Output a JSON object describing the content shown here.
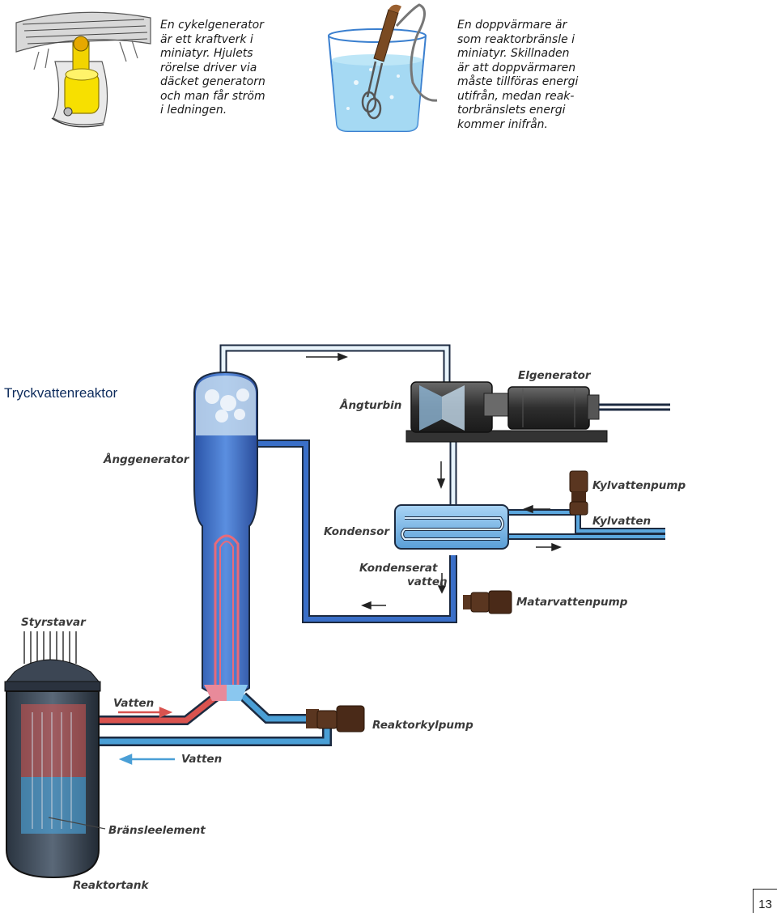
{
  "captions": {
    "bike_generator": [
      "En cykelgenerator",
      "är ett kraftverk i",
      "miniatyr. Hjulets",
      "rörelse driver via",
      "däcket generatorn",
      "och man får ström",
      "i ledningen."
    ],
    "immersion_heater": [
      "En doppvärmare är",
      "som reaktorbränsle i",
      "miniatyr. Skillnaden",
      "är att doppvärmaren",
      "måste tillföras energi",
      "utifrån, medan reak-",
      "torbränslets energi",
      "kommer inifrån."
    ]
  },
  "side_label": "Tryckvattenreaktor",
  "page_number": "13",
  "diagram": {
    "labels": {
      "elgenerator": "Elgenerator",
      "angturbin": "Ångturbin",
      "anggenerator": "Ånggenerator",
      "kylvattenpump": "Kylvattenpump",
      "kylvatten": "Kylvatten",
      "kondensor": "Kondensor",
      "kondenserat_1": "Kondenserat",
      "kondenserat_2": "vatten",
      "matarvattenpump": "Matarvattenpump",
      "styrstavar": "Styrstavar",
      "vatten_in": "Vatten",
      "reaktorkylpump": "Reaktorkylpump",
      "vatten_out": "Vatten",
      "bransleelement": "Bränsleelement",
      "reaktortank": "Reaktortank"
    }
  },
  "colors": {
    "hot_water": "#d9534f",
    "cold_water": "#4a9fd6",
    "steam_blue": "#3a6fc8",
    "pipe_outline": "#1c2a40",
    "pump_brown": "#5a3620",
    "caption_text": "#1a1a1a",
    "side_label": "#0d2b5c"
  }
}
